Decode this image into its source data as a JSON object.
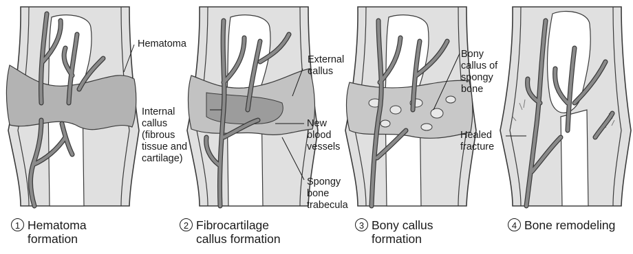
{
  "colors": {
    "bone": "#e0e0e0",
    "marrow": "#ffffff",
    "vessel": "#8a8a8a",
    "hematoma": "#b3b3b3",
    "callus": "#c2c2c2",
    "outline": "#3a3a3a"
  },
  "labels": {
    "hematoma": "Hematoma",
    "external_callus": "External\ncallus",
    "internal_callus": "Internal\ncallus\n(fibrous\ntissue and\ncartilage)",
    "new_blood_vessels": "New\nblood\nvessels",
    "spongy_bone_trabecula": "Spongy\nbone\ntrabecula",
    "bony_callus_spongy_bone": "Bony\ncallus of\nspongy\nbone",
    "healed_fracture": "Healed\nfracture"
  },
  "stages": [
    {
      "number": "1",
      "caption": "Hematoma\nformation"
    },
    {
      "number": "2",
      "caption": "Fibrocartilage\ncallus formation"
    },
    {
      "number": "3",
      "caption": "Bony callus\nformation"
    },
    {
      "number": "4",
      "caption": "Bone remodeling"
    }
  ]
}
